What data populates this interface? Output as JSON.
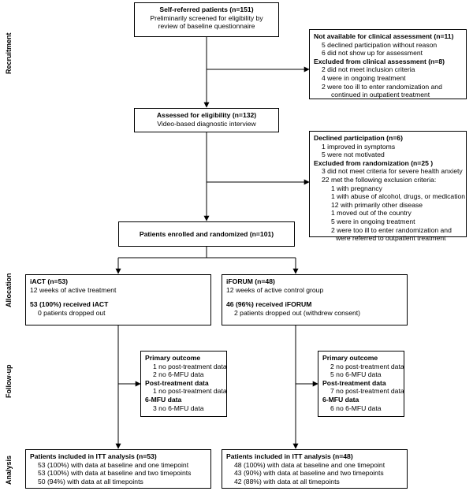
{
  "stages": {
    "recruitment": "Recruitment",
    "allocation": "Allocation",
    "follow_up": "Follow-up",
    "analysis": "Analysis"
  },
  "self_referred": {
    "title": "Self-referred patients (n=151)",
    "line1": "Preliminarily screened for eligibility by",
    "line2": "review of baseline questionnaire"
  },
  "not_available": {
    "title": "Not available for clinical assessment (n=11)",
    "items": [
      "5 declined participation without reason",
      "6 did not show up for assessment"
    ],
    "excluded_title": "Excluded from clinical assessment (n=8)",
    "excluded_items": [
      "2 did not meet inclusion criteria",
      "4 were in ongoing treatment",
      "2 were too ill to enter randomization and",
      "continued in outpatient treatment"
    ]
  },
  "assessed": {
    "title": "Assessed for eligibility (n=132)",
    "line1": "Video-based diagnostic interview"
  },
  "declined": {
    "title": "Declined participation (n=6)",
    "items": [
      "1 improved in symptoms",
      "5 were not motivated"
    ],
    "excluded_title": "Excluded from randomization (n=25 )",
    "excluded_items": [
      "3 did not meet criteria for severe health anxiety",
      "22 met the following exclusion criteria:"
    ],
    "criteria": [
      "1 with pregnancy",
      "1 with abuse of alcohol, drugs, or medication",
      "12 with primarily other disease",
      "1 moved out of the country",
      "5 were in ongoing treatment",
      "2 were too ill to enter randomization and",
      "were referred to outpatient treatment"
    ]
  },
  "enrolled": {
    "title": "Patients enrolled and randomized (n=101)"
  },
  "iact": {
    "title": "iACT (n=53)",
    "line1": "12 weeks of active treatment",
    "received": "53 (100%) received iACT",
    "dropped": "0 patients dropped out"
  },
  "iforum": {
    "title": "iFORUM (n=48)",
    "line1": "12 weeks of active control group",
    "received": "46 (96%) received iFORUM",
    "dropped": "2 patients dropped out (withdrew consent)"
  },
  "fu_iact": {
    "primary_title": "Primary outcome",
    "primary_items": [
      "1 no post-treatment data",
      "2 no 6-MFU data"
    ],
    "post_title": "Post-treatment data",
    "post_items": [
      "1 no post-treatment data"
    ],
    "mfu_title": "6-MFU data",
    "mfu_items": [
      "3 no 6-MFU data"
    ]
  },
  "fu_iforum": {
    "primary_title": "Primary outcome",
    "primary_items": [
      "2 no post-treatment data",
      "5 no 6-MFU data"
    ],
    "post_title": "Post-treatment data",
    "post_items": [
      "7 no post-treatment data"
    ],
    "mfu_title": "6-MFU data",
    "mfu_items": [
      "6 no 6-MFU data"
    ]
  },
  "itt_iact": {
    "title": "Patients included in ITT analysis (n=53)",
    "items": [
      "53 (100%) with data at baseline and one timepoint",
      "53 (100%) with data at baseline and two timepoints",
      "50 (94%) with data at all timepoints"
    ]
  },
  "itt_iforum": {
    "title": "Patients included in ITT analysis (n=48)",
    "items": [
      "48 (100%) with data at baseline and one timepoint",
      "43 (90%) with data at baseline and two timepoints",
      "42 (88%) with data at all timepoints"
    ]
  }
}
